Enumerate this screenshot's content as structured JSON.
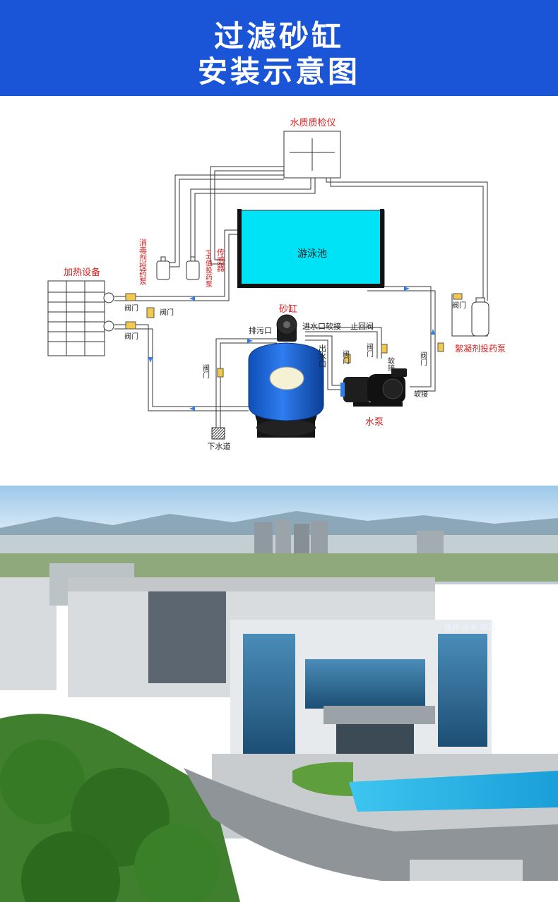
{
  "header": {
    "title_line1": "过滤砂缸",
    "title_line2": "安装示意图",
    "bg_color": "#1a55d8"
  },
  "diagram": {
    "water_quality_analyzer": "水质质检仪",
    "pool": "游泳池",
    "heater": "加热设备",
    "disinfectant_pump": "消毒剂投药泵",
    "ph_pump": "PH值投药泵",
    "sensor": "传感器",
    "flocculant_pump": "絮凝剂投药泵",
    "sand_filter": "砂缸",
    "drain_port": "排污口",
    "inlet_hose": "进水口软接",
    "return_valve": "止回阀",
    "outlet_port": "出水口",
    "hose_1": "软接",
    "hose_2": "软接",
    "valve": "阀门",
    "pump": "水泵",
    "sewer": "下水道",
    "red_label_color": "#d81e1e"
  },
  "photo": {
    "building_sign": "森林 泳泉 精品"
  }
}
